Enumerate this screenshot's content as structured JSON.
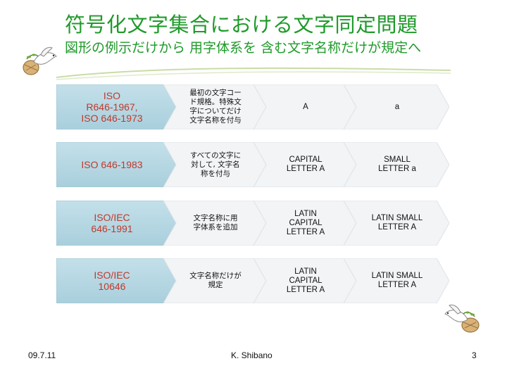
{
  "slide": {
    "title": "符号化文字集合における文字同定問題",
    "subtitle": "図形の例示だけから 用字体系を 含む文字名称だけが規定へ"
  },
  "rows": [
    {
      "standard_lines": [
        "ISO",
        "R646-1967,",
        "ISO 646-1973"
      ],
      "description_lines": [
        "最初の文字コー",
        "ド規格。特殊文",
        "字についてだけ",
        "文字名称を付与"
      ],
      "capital_lines": [
        "A"
      ],
      "small_lines": [
        "a"
      ]
    },
    {
      "standard_lines": [
        "ISO 646-1983"
      ],
      "description_lines": [
        "すべての文字に",
        "対して, 文字名",
        "称を付与"
      ],
      "capital_lines": [
        "CAPITAL",
        "LETTER A"
      ],
      "small_lines": [
        "SMALL",
        "LETTER a"
      ]
    },
    {
      "standard_lines": [
        "ISO/IEC",
        "646-1991"
      ],
      "description_lines": [
        "文字名称に用",
        "字体系を追加"
      ],
      "capital_lines": [
        "LATIN",
        "CAPITAL",
        "LETTER A"
      ],
      "small_lines": [
        "LATIN SMALL",
        "LETTER A"
      ]
    },
    {
      "standard_lines": [
        "ISO/IEC",
        "10646"
      ],
      "description_lines": [
        "文字名称だけが",
        "規定"
      ],
      "capital_lines": [
        "LATIN",
        "CAPITAL",
        "LETTER A"
      ],
      "small_lines": [
        "LATIN SMALL",
        "LETTER A"
      ]
    }
  ],
  "footer": {
    "date": "09.7.11",
    "author": "K. Shibano",
    "page_number": "3"
  },
  "colors": {
    "title_green": "#1f9a2a",
    "standard_text_red": "#c0392b",
    "first_chevron_blue": "#a9cfdc"
  },
  "icons": {
    "decoration": "dove-with-olive-basket-icon"
  }
}
